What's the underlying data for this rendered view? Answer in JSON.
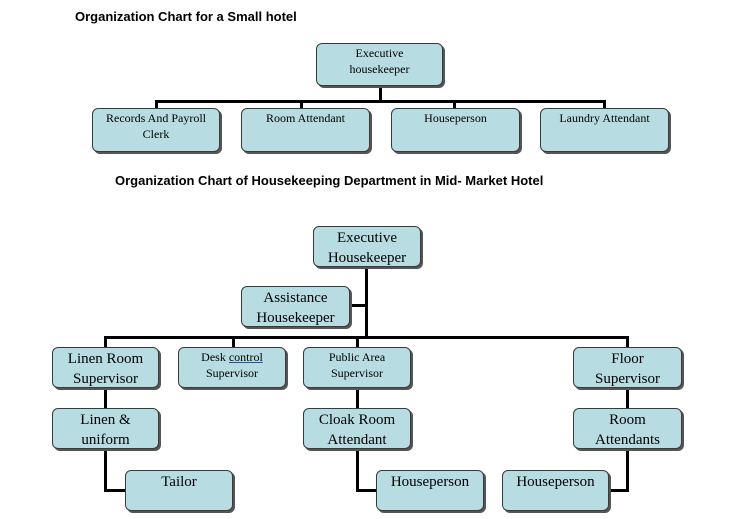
{
  "chart1": {
    "title": "Organization Chart for a Small hotel",
    "root": [
      "Executive",
      "housekeeper"
    ],
    "children": [
      [
        "Records And Payroll",
        "Clerk"
      ],
      [
        "Room Attendant"
      ],
      [
        "Houseperson"
      ],
      [
        "Laundry Attendant"
      ]
    ]
  },
  "chart2": {
    "title": "Organization Chart of Housekeeping Department in Mid- Market Hotel",
    "root": [
      "Executive",
      "Housekeeper"
    ],
    "assistant": [
      "Assistance",
      "Housekeeper"
    ],
    "linen_supervisor": [
      "Linen Room",
      "Supervisor"
    ],
    "desk_supervisor": {
      "word1": "Desk",
      "word2": "control",
      "line2": "Supervisor"
    },
    "public_area_supervisor": [
      "Public Area",
      "Supervisor"
    ],
    "floor_supervisor": [
      "Floor",
      "Supervisor"
    ],
    "linen_uniform": [
      "Linen &",
      "uniform"
    ],
    "cloak_room": [
      "Cloak Room",
      "Attendant"
    ],
    "room_attendants": [
      "Room",
      "Attendants"
    ],
    "tailor": "Tailor",
    "houseperson_public": "Houseperson",
    "houseperson_floor": "Houseperson"
  }
}
